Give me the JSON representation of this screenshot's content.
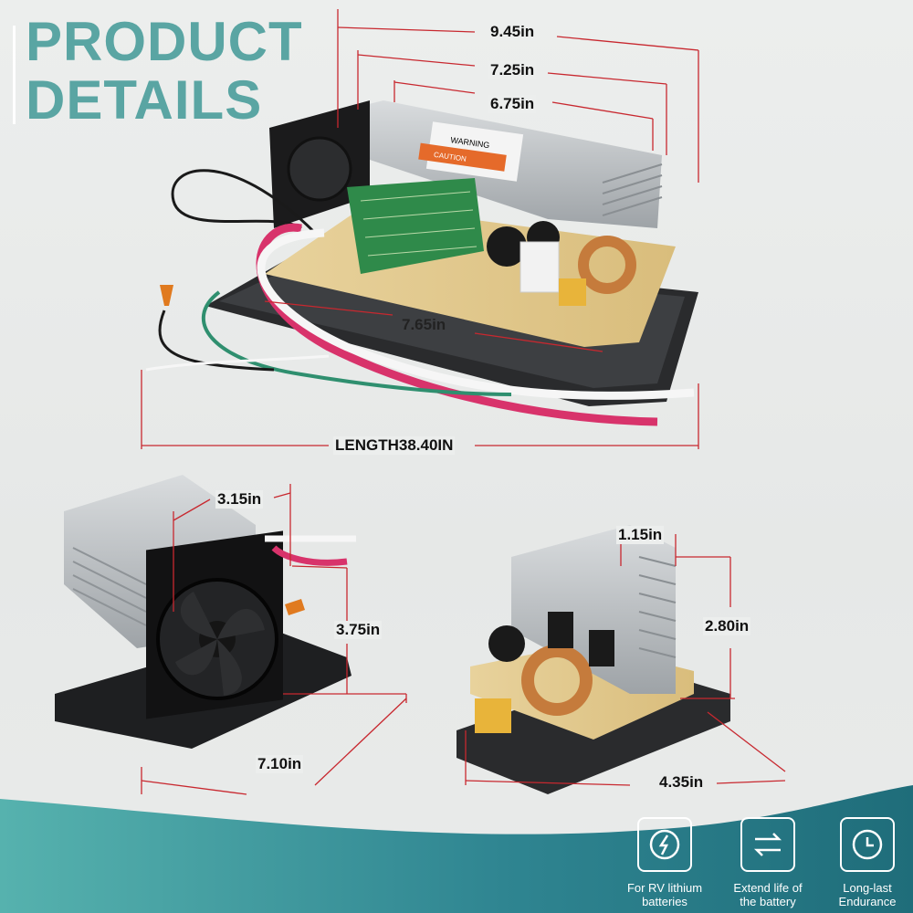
{
  "headline": {
    "line1": "PRODUCT",
    "line2": "DETAILS"
  },
  "colors": {
    "accent": "#5aa5a3",
    "teal_dark": "#1f6d7a",
    "teal_light": "#4fa7a7"
  },
  "dimensions": {
    "overall_width": "9.45in",
    "width_a": "7.25in",
    "width_b": "6.75in",
    "depth": "7.65in",
    "length": "LENGTH38.40IN",
    "fan_side_width": "3.15in",
    "fan_side_height": "3.75in",
    "fan_side_length": "7.10in",
    "heatsink_width": "1.15in",
    "heatsink_height": "2.80in",
    "board_length": "4.35in"
  },
  "product_labels": {
    "warning": "WARNING",
    "caution": "CAUTION"
  },
  "features": [
    {
      "icon": "lithium-battery-icon",
      "label_line1": "For RV lithium",
      "label_line2": "batteries"
    },
    {
      "icon": "battery-life-arrows-icon",
      "label_line1": "Extend life of",
      "label_line2": "the battery"
    },
    {
      "icon": "endurance-clock-icon",
      "label_line1": "Long-last",
      "label_line2": "Endurance"
    }
  ]
}
